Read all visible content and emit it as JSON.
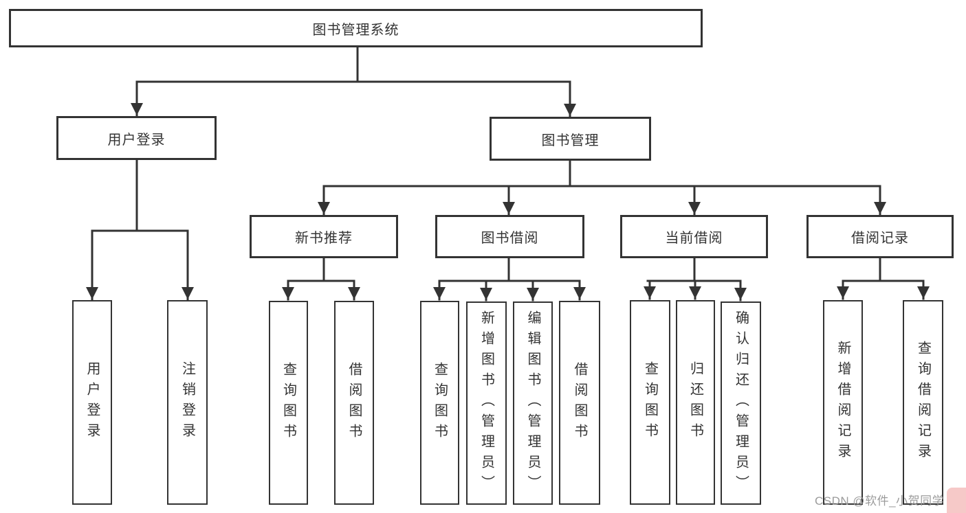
{
  "diagram": {
    "title": "图书管理系统",
    "colors": {
      "line": "#333333",
      "box_border": "#333333",
      "box_fill": "#ffffff",
      "text": "#333333",
      "watermark": "#9b9b9b",
      "corner_blob": "#f6c9c8"
    }
  },
  "tree": {
    "label": "图书管理系统",
    "children": [
      {
        "label": "用户登录",
        "children": [
          {
            "label": "用户登录"
          },
          {
            "label": "注销登录"
          }
        ]
      },
      {
        "label": "图书管理",
        "children": [
          {
            "label": "新书推荐",
            "children": [
              {
                "label": "查询图书"
              },
              {
                "label": "借阅图书"
              }
            ]
          },
          {
            "label": "图书借阅",
            "children": [
              {
                "label": "查询图书"
              },
              {
                "label": "新增图书（管理员）"
              },
              {
                "label": "编辑图书（管理员）"
              },
              {
                "label": "借阅图书"
              }
            ]
          },
          {
            "label": "当前借阅",
            "children": [
              {
                "label": "查询图书"
              },
              {
                "label": "归还图书"
              },
              {
                "label": "确认归还（管理员）"
              }
            ]
          },
          {
            "label": "借阅记录",
            "children": [
              {
                "label": "新增借阅记录"
              },
              {
                "label": "查询借阅记录"
              }
            ]
          }
        ]
      }
    ]
  },
  "watermark": {
    "text": "CSDN @软件_小贺同学"
  }
}
